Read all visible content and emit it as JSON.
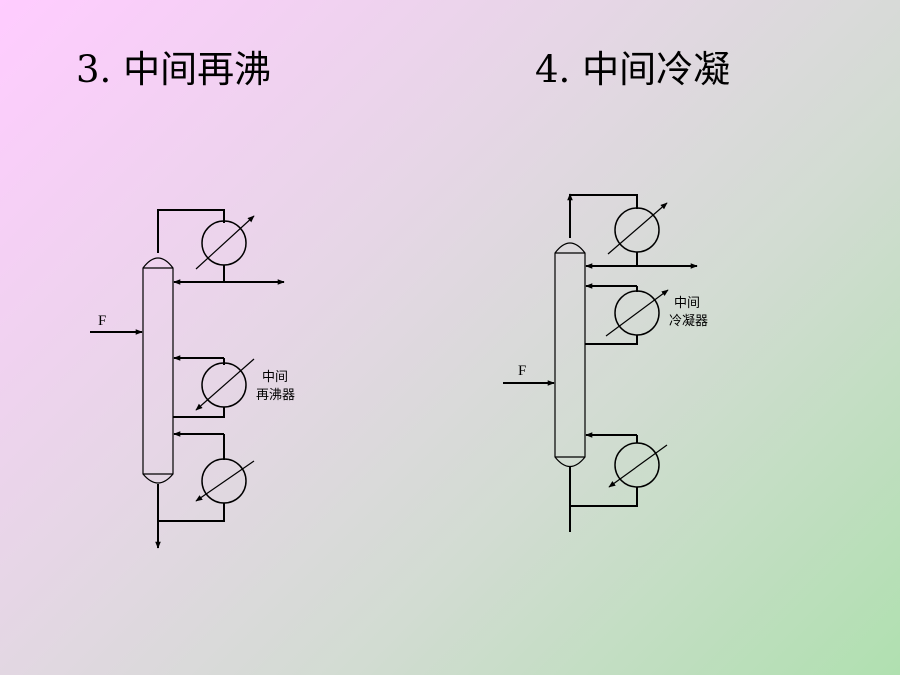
{
  "slide": {
    "left_title": "3. 中间再沸",
    "right_title": "4. 中间冷凝"
  },
  "left_diagram": {
    "feed_label": "F",
    "exchanger_label_line1": "中间",
    "exchanger_label_line2": "再沸器"
  },
  "right_diagram": {
    "feed_label": "F",
    "exchanger_label_line1": "中间",
    "exchanger_label_line2": "冷凝器"
  }
}
